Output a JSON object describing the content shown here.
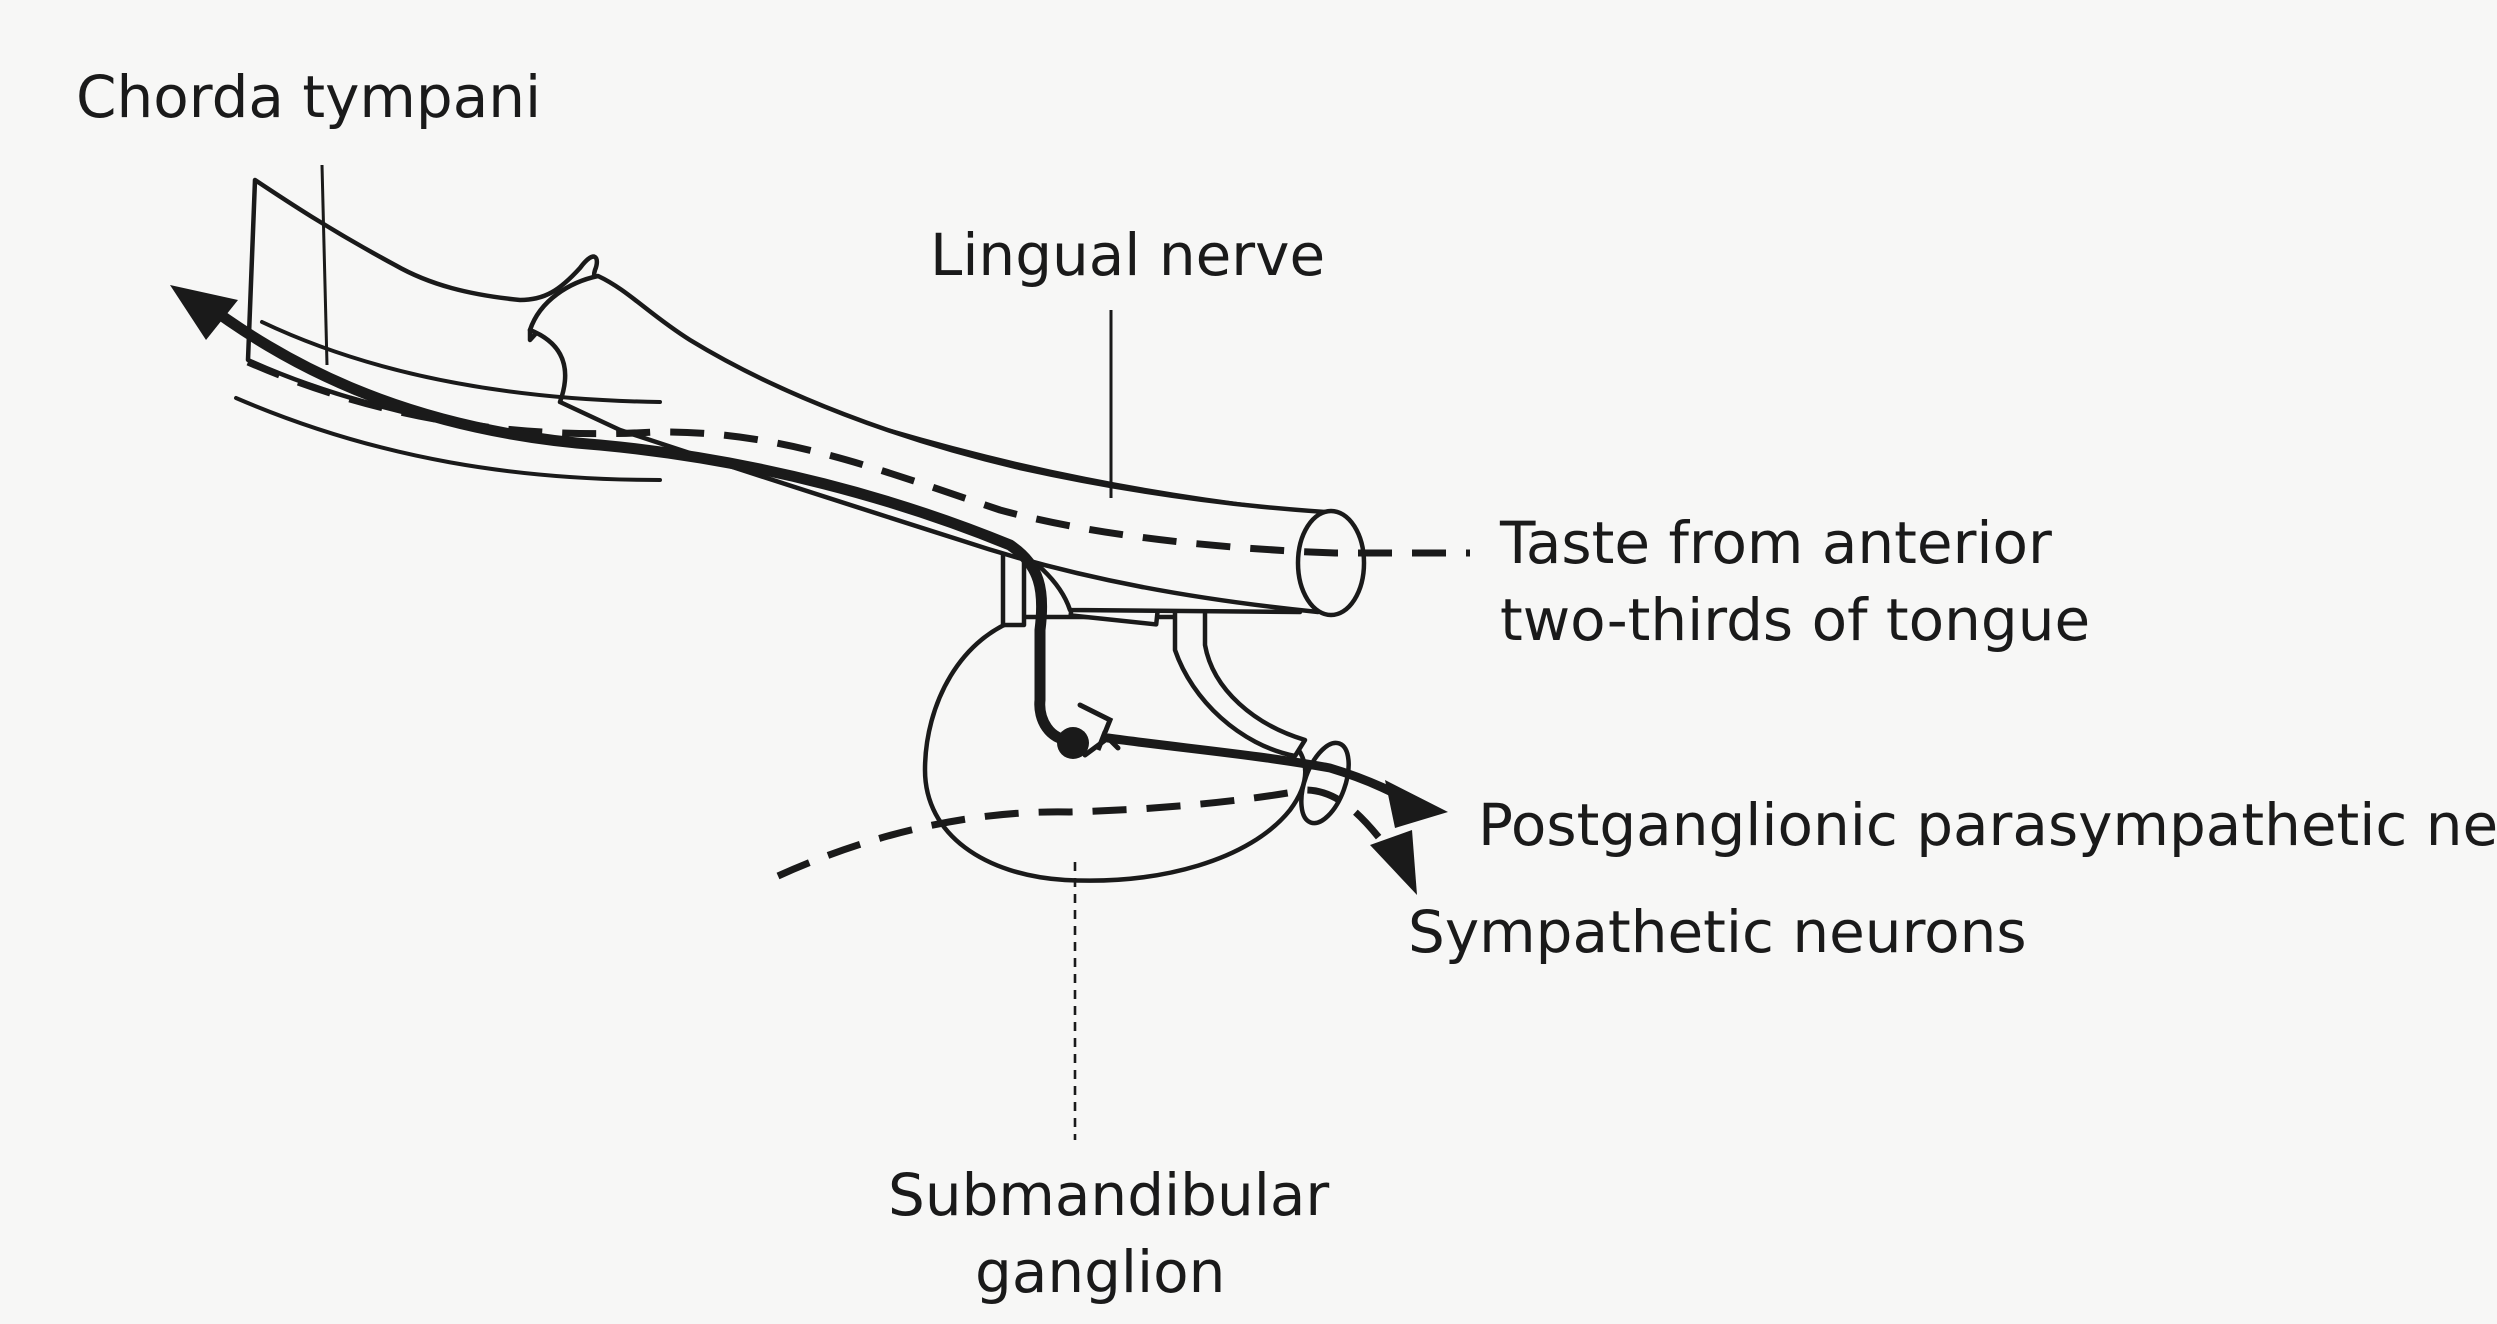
{
  "labels": {
    "chorda_tympani": "Chorda tympani",
    "lingual_nerve": "Lingual nerve",
    "taste_line1": "Taste from anterior",
    "taste_line2": "two-thirds of tongue",
    "postganglionic": "Postganglionic parasympathetic neurons",
    "sympathetic": "Sympathetic neurons",
    "submandibular_line1": "Submandibular",
    "submandibular_line2": "ganglion"
  }
}
